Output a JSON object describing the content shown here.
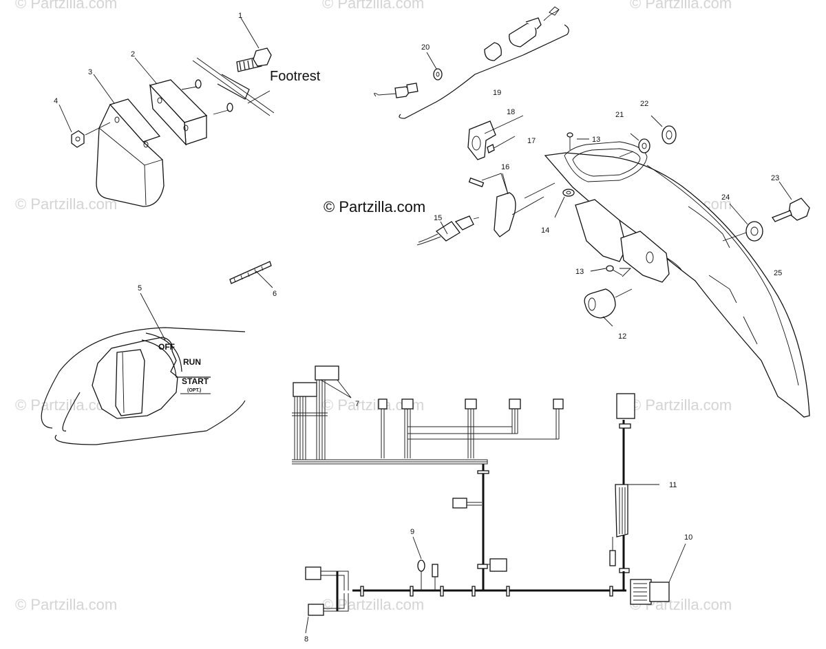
{
  "watermark": "© Partzilla.com",
  "center_watermark": "© Partzilla.com",
  "labels": {
    "footrest": "Footrest",
    "off": "OFF",
    "run": "RUN",
    "start": "START",
    "opt": "(OPT.)"
  },
  "callouts": {
    "c1": "1",
    "c2": "2",
    "c3": "3",
    "c4": "4",
    "c5": "5",
    "c6": "6",
    "c7": "7",
    "c8": "8",
    "c9": "9",
    "c10": "10",
    "c11": "11",
    "c12": "12",
    "c13a": "13",
    "c13b": "13",
    "c14": "14",
    "c15": "15",
    "c16": "16",
    "c17": "17",
    "c18": "18",
    "c19": "19",
    "c20": "20",
    "c21": "21",
    "c22": "22",
    "c23": "23",
    "c24": "24",
    "c25": "25"
  }
}
